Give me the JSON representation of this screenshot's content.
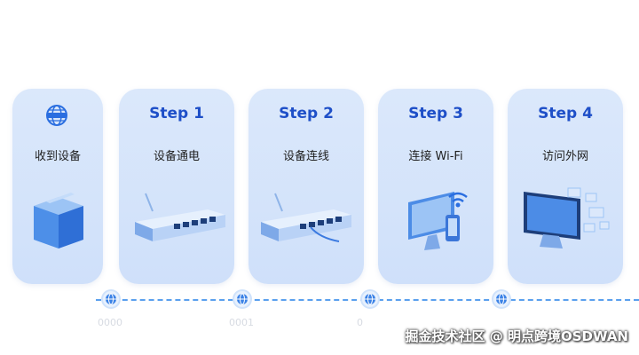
{
  "cards": [
    {
      "title": "",
      "label": "收到设备",
      "icon": "box-icon"
    },
    {
      "title": "Step 1",
      "label": "设备通电",
      "icon": "switch-icon"
    },
    {
      "title": "Step 2",
      "label": "设备连线",
      "icon": "switch-cable-icon"
    },
    {
      "title": "Step 3",
      "label": "连接 Wi-Fi",
      "icon": "wifi-monitor-icon"
    },
    {
      "title": "Step 4",
      "label": "访问外网",
      "icon": "monitor-web-icon"
    }
  ],
  "timeline": {
    "years": [
      "0000",
      "0001",
      "0"
    ]
  },
  "watermark": "掘金技术社区 @ 明点跨境OSDWAN",
  "colors": {
    "accent": "#1e4fc8",
    "card_bg": "#d6e5fb",
    "timeline": "#5aa0ee"
  }
}
